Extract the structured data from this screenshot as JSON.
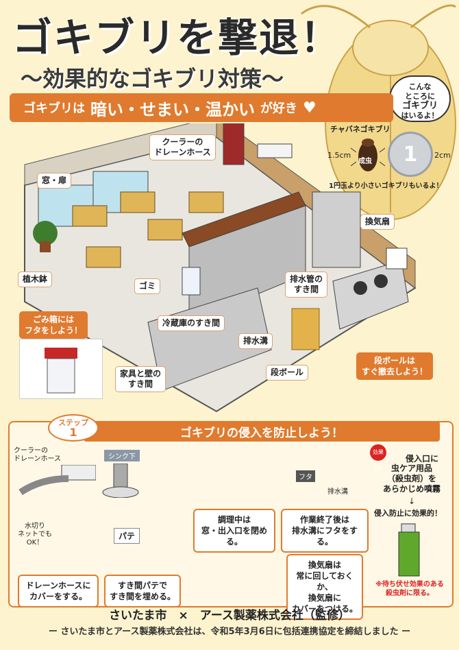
{
  "title": "ゴキブリを撃退！",
  "subtitle": "〜効果的なゴキブリ対策〜",
  "banner": {
    "prefix": "ゴキブリは",
    "emphasis": "暗い・せまい・温かい",
    "suffix": "が好き"
  },
  "bubble": {
    "line1": "こんな",
    "line2": "ところに",
    "line3": "ゴキブリ",
    "line4": "はいるよ！"
  },
  "roach_info": {
    "name": "チャバネゴキブリ",
    "size_h": "1.5cm",
    "size_w": "2cm",
    "stage": "成虫",
    "coin_label": "1",
    "note": "1円玉より小さいゴキブリもいるよ！"
  },
  "scene_labels": {
    "drain_hose": "クーラーの\nドレーンホース",
    "window_door": "窓・扉",
    "vent_fan": "換気扇",
    "plant": "植木鉢",
    "trash": "ゴミ",
    "drain_pipe": "排水管の\nすき間",
    "fridge_gap": "冷蔵庫のすき間",
    "drain_ditch": "排水溝",
    "furniture_gap": "家具と壁の\nすき間",
    "cardboard": "段ボール"
  },
  "tips": {
    "trash_lid": "ごみ箱には\nフタをしよう！",
    "cardboard_remove": "段ボールは\nすぐ撤去しよう！"
  },
  "step": {
    "badge_label": "ステップ",
    "badge_num": "1",
    "heading": "ゴキブリの侵入を防止しよう！",
    "hose_label": "クーラーの\nドレーンホース",
    "sink_label": "シンク下",
    "net_label": "水切り\nネットでも\nOK！",
    "putty_label": "パテ",
    "drain_label": "排水溝",
    "lid_label": "フタ",
    "card_hose": "ドレーンホースに\nカバーをする。",
    "card_putty": "すき間パテで\nすき間を埋める。",
    "card_window": "調理中は\n窓・出入口を閉める。",
    "card_drain": "作業終了後は\n排水溝にフタをする。",
    "card_fan": "換気扇は\n常に回しておくか、\n換気扇に\nカバーをつける。",
    "spray_badge": "効果UP",
    "spray_text1": "侵入口に",
    "spray_text2": "虫ケア用品\n（殺虫剤）を\nあらかじめ噴霧",
    "spray_arrow": "↓",
    "spray_text3": "侵入防止に効果的！",
    "spray_note": "※待ち伏せ効果のある\n殺虫剤に限る。"
  },
  "footer": {
    "line1": "さいたま市　×　アース製薬株式会社（監修）",
    "line2": "ー さいたま市とアース製薬株式会社は、令和5年3月6日に包括連携協定を締結しました ー"
  },
  "colors": {
    "accent": "#e07a2e",
    "background": "#fdf3cf"
  }
}
